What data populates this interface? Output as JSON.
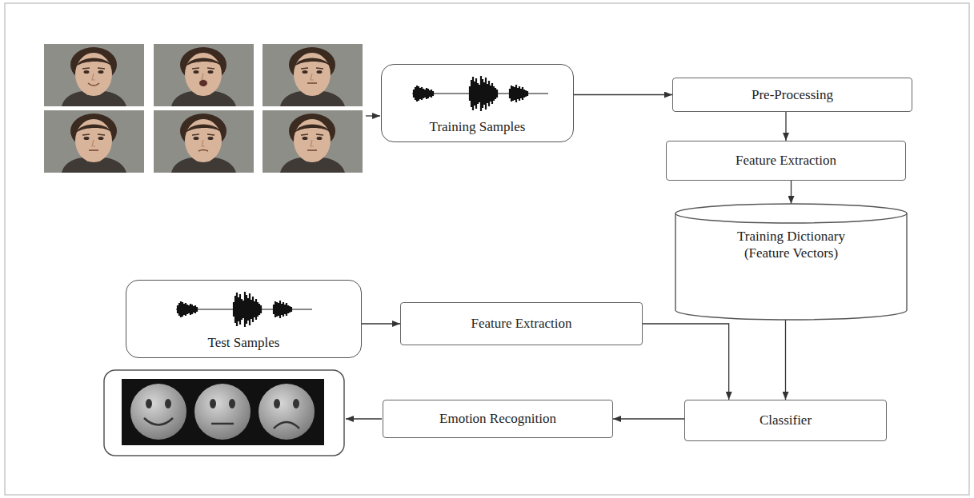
{
  "diagram": {
    "nodes": [
      {
        "text": [
          "Training Samples"
        ]
      },
      {
        "text": [
          "Pre-Processing"
        ]
      },
      {
        "text": [
          "Feature Extraction"
        ]
      },
      {
        "text": [
          "Training Dictionary (Feature Vectors)"
        ]
      },
      {
        "text": [
          "Test Samples"
        ]
      },
      {
        "text": [
          "Feature Extraction"
        ]
      },
      {
        "text": [
          "Classifier"
        ]
      },
      {
        "text": [
          "Emotion Recognition"
        ]
      }
    ],
    "edges": [
      {
        "from": 0,
        "to": 1,
        "arrow": "to"
      },
      {
        "from": 1,
        "to": 2,
        "arrow": "to"
      },
      {
        "from": 2,
        "to": 3,
        "arrow": "to"
      },
      {
        "from": 4,
        "to": 5,
        "arrow": "to"
      },
      {
        "from": 5,
        "to": 6,
        "arrow": "to"
      },
      {
        "from": 3,
        "to": 6,
        "arrow": "to"
      },
      {
        "from": 6,
        "to": 7,
        "arrow": "to"
      }
    ]
  }
}
